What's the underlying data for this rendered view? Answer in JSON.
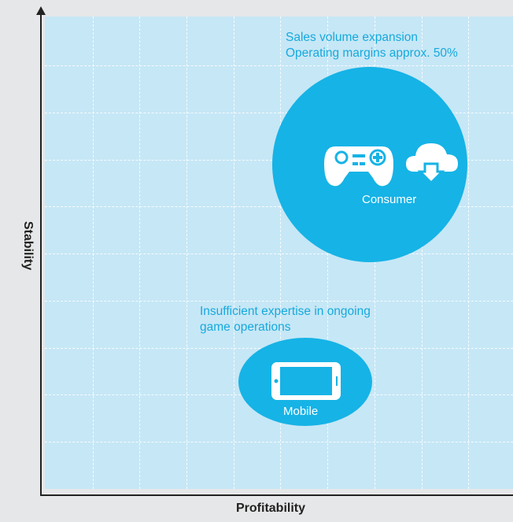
{
  "axes": {
    "x_label": "Profitability",
    "y_label": "Stability"
  },
  "colors": {
    "plot_background": "#c6e7f6",
    "bubble": "#16b3e6",
    "note_text": "#17a9dc",
    "axis": "#222222"
  },
  "segments": [
    {
      "name": "Consumer",
      "icons": [
        "gamepad-icon",
        "cloud-download-icon"
      ],
      "note": [
        "Sales volume expansion",
        "Operating margins approx. 50%"
      ]
    },
    {
      "name": "Mobile",
      "icons": [
        "smartphone-icon"
      ],
      "note": [
        "Insufficient expertise in ongoing",
        "game operations"
      ]
    }
  ]
}
